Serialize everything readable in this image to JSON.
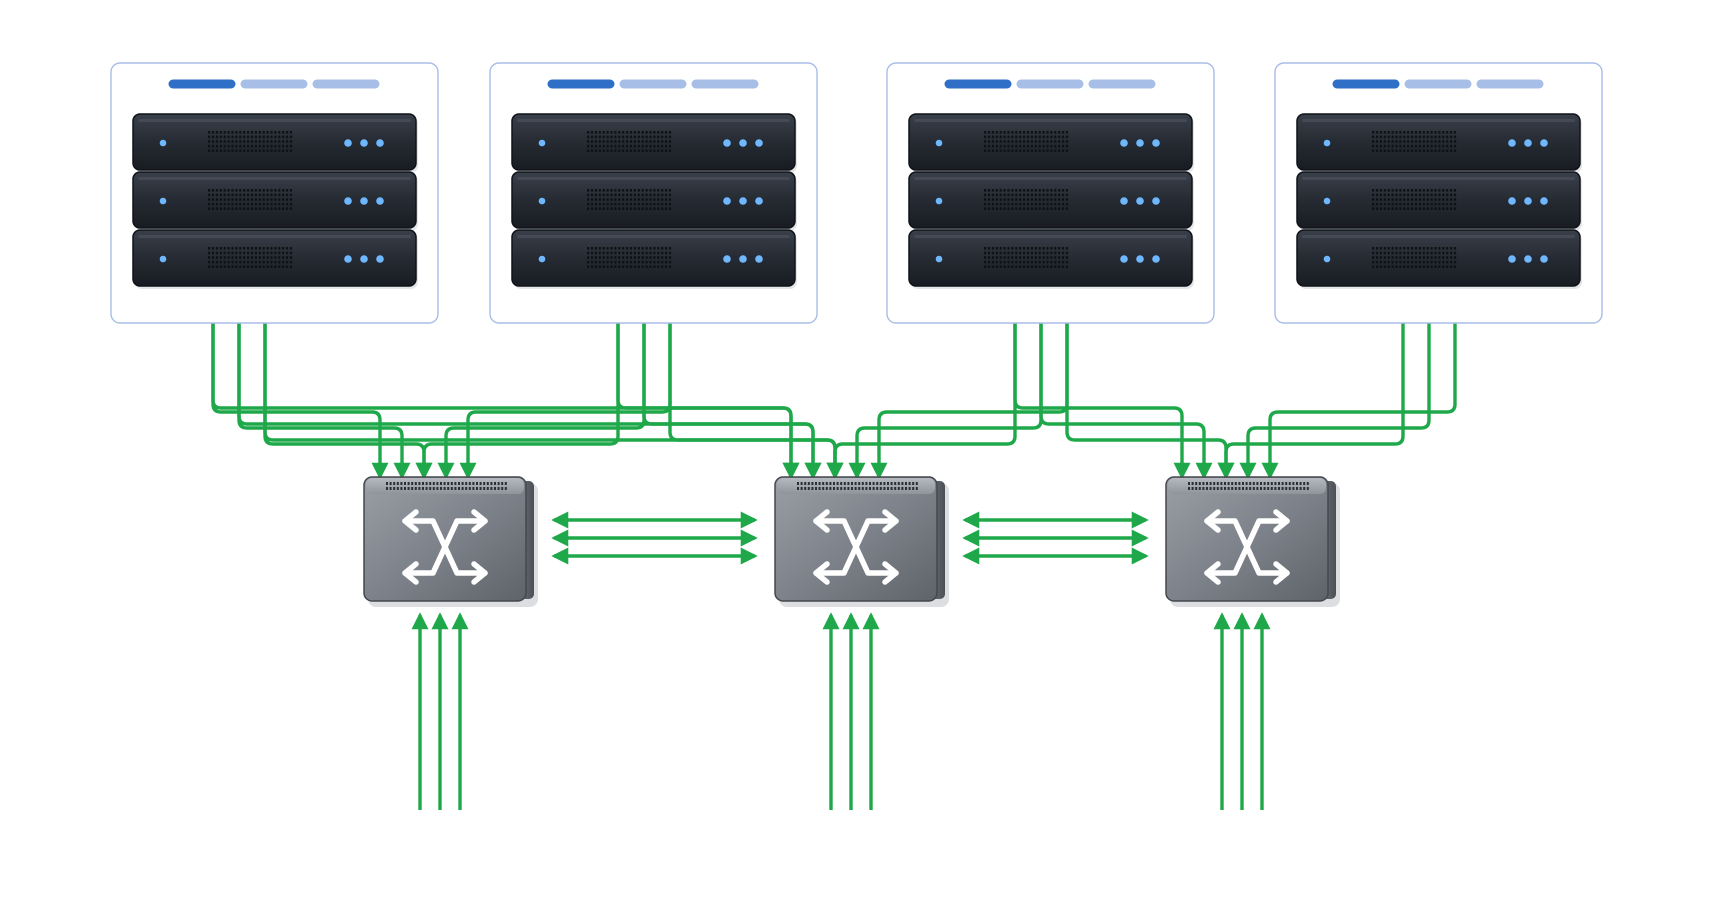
{
  "colors": {
    "link": "#1ea84a",
    "panel_border": "#a9bde6",
    "tab_active": "#2f6fc7",
    "tab_inactive": "#a7bee6",
    "server_body": "#2a2f37",
    "server_led": "#6fb8ff",
    "switch_body": "#7f848b",
    "switch_symbol": "#ffffff"
  },
  "icons": {
    "switch_symbol": "crossed-arrows-icon",
    "server_led": "status-led-icon"
  },
  "server_groups": [
    {
      "id": "rack-1",
      "units": 3,
      "tabs": 3,
      "active_tab": 0
    },
    {
      "id": "rack-2",
      "units": 3,
      "tabs": 3,
      "active_tab": 0
    },
    {
      "id": "rack-3",
      "units": 3,
      "tabs": 3,
      "active_tab": 0
    },
    {
      "id": "rack-4",
      "units": 3,
      "tabs": 3,
      "active_tab": 0
    }
  ],
  "switches": [
    {
      "id": "switch-1"
    },
    {
      "id": "switch-2"
    },
    {
      "id": "switch-3"
    }
  ],
  "links": {
    "server_to_switch": [
      {
        "from": "switch-1",
        "to": "rack-1",
        "count": 3
      },
      {
        "from": "switch-2",
        "to": "rack-1",
        "count": 3
      },
      {
        "from": "switch-1",
        "to": "rack-2",
        "count": 3
      },
      {
        "from": "switch-2",
        "to": "rack-2",
        "count": 3
      },
      {
        "from": "switch-2",
        "to": "rack-3",
        "count": 3
      },
      {
        "from": "switch-3",
        "to": "rack-3",
        "count": 3
      },
      {
        "from": "switch-3",
        "to": "rack-4",
        "count": 3
      }
    ],
    "switch_to_switch": [
      {
        "from": "switch-1",
        "to": "switch-2",
        "count": 3,
        "bidirectional": true
      },
      {
        "from": "switch-2",
        "to": "switch-3",
        "count": 3,
        "bidirectional": true
      }
    ],
    "uplinks": [
      {
        "to": "switch-1",
        "count": 3
      },
      {
        "to": "switch-2",
        "count": 3
      },
      {
        "to": "switch-3",
        "count": 3
      }
    ]
  }
}
